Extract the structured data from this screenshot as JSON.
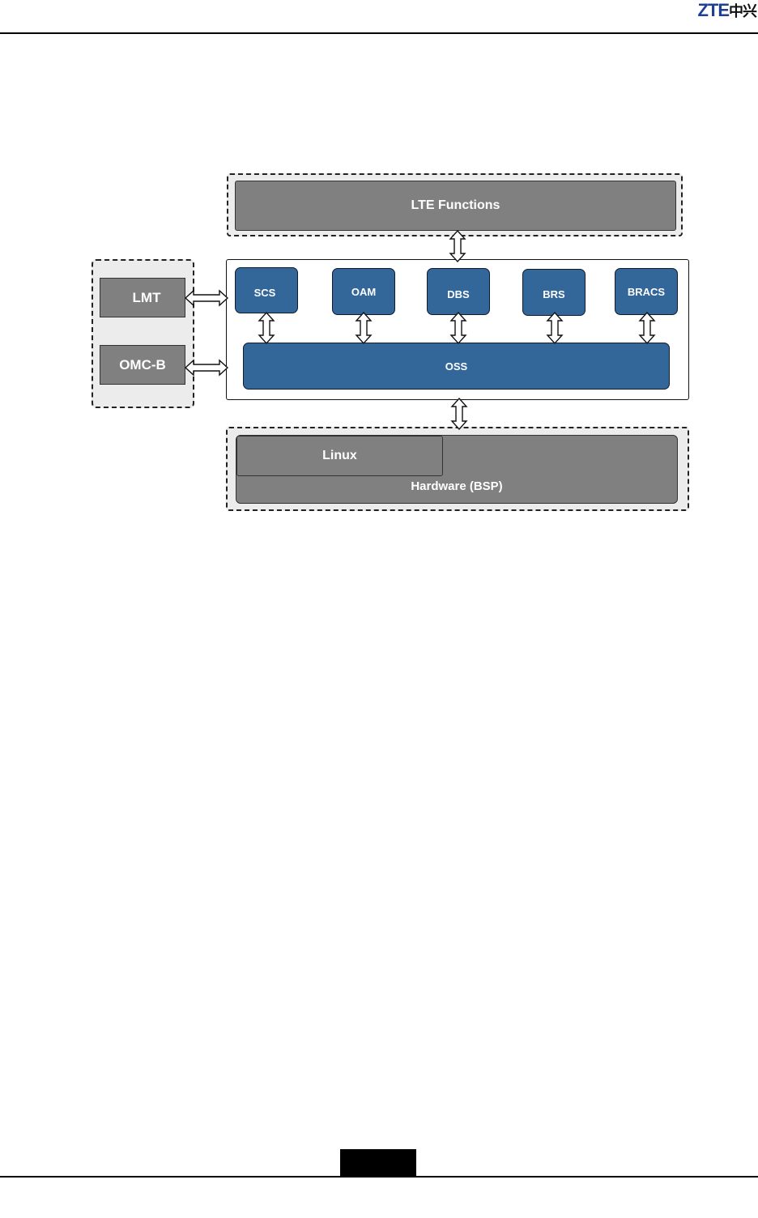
{
  "header": {
    "logo_latin": "ZTE",
    "logo_cn": "中兴"
  },
  "diagram": {
    "lte_functions": "LTE Functions",
    "modules": [
      "SCS",
      "OAM",
      "DBS",
      "BRS",
      "BRACS"
    ],
    "oss": "OSS",
    "lmt": "LMT",
    "omc_b": "OMC-B",
    "linux": "Linux",
    "hardware": "Hardware (BSP)"
  }
}
